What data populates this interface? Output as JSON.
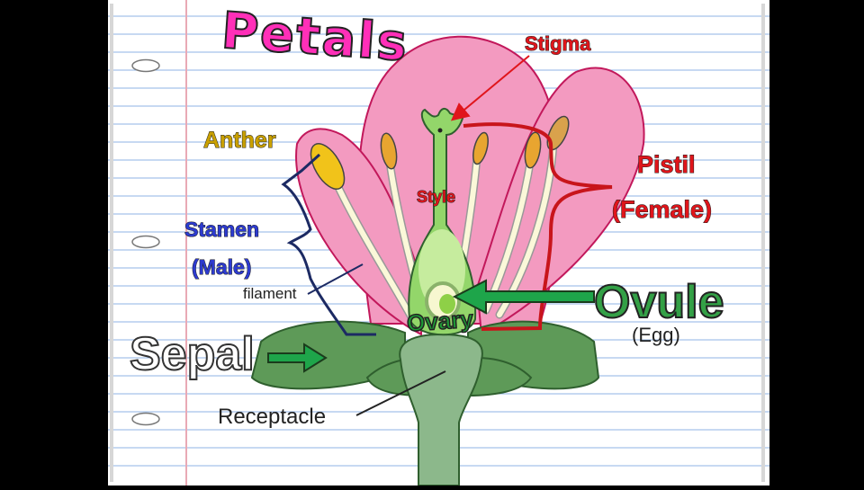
{
  "labels": {
    "petals": "Petals",
    "stigma": "Stigma",
    "anther": "Anther",
    "pistil": "Pistil",
    "female": "(Female)",
    "style": "Style",
    "stamen": "Stamen",
    "male": "(Male)",
    "filament": "filament",
    "ovule": "Ovule",
    "egg": "(Egg)",
    "ovary": "Ovary",
    "sepal": "Sepal",
    "receptacle": "Receptacle"
  },
  "colors": {
    "background": "#000000",
    "paper": "#ffffff",
    "ruled_line": "#8fb3e6",
    "margin_line": "#e9a9b5",
    "petal_fill": "#f39ac0",
    "petal_light": "#f7b9d4",
    "petal_stroke": "#c2185b",
    "sepal_fill": "#5e9a58",
    "receptacle_fill": "#8cb88b",
    "pistil_fill": "#93d66a",
    "anther_fill": "#f1c31a",
    "filament_fill": "#fbf8d9",
    "arrow_green": "#1ea54a",
    "pistil_bracket": "#c8151b",
    "stamen_bracket": "#1c2a63"
  }
}
